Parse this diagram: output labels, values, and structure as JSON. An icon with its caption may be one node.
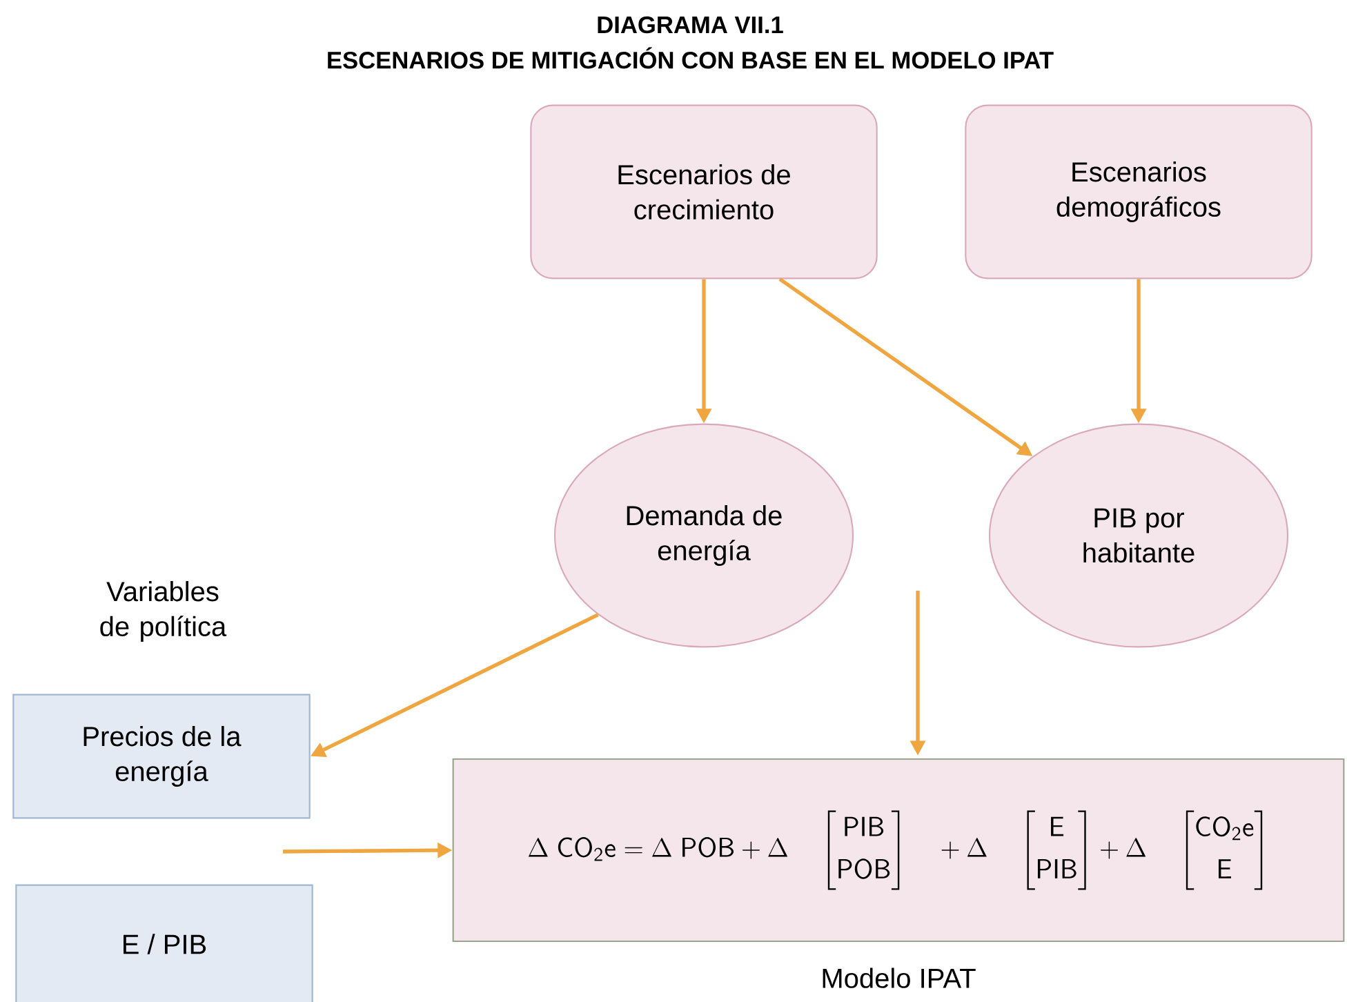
{
  "diagram": {
    "title": "DIAGRAMA VII.1",
    "nodes": [
      {
        "text": [
          "Escenarios de crecimiento"
        ]
      },
      {
        "text": [
          "Escenarios demográficos"
        ]
      },
      {
        "text": [
          "Demanda de energía"
        ]
      },
      {
        "text": [
          "PIB por habitante"
        ]
      },
      {
        "text": [
          "Precios de la energía"
        ]
      },
      {
        "text": [
          "E / PIB"
        ]
      },
      {
        "text": [
          "\\Delta\\;\\mathsf{CO_2e} = \\Delta\\;\\mathsf{POB} + \\Delta \\quad \\begin{bmatrix}\\mathsf{PIB}\\\\[4pt] \\mathsf{POB}\\end{bmatrix} \\quad + \\Delta \\quad \\begin{bmatrix}\\mathsf{E}\\\\[4pt] \\mathsf{PIB}\\end{bmatrix} + \\Delta \\quad \\begin{bmatrix}\\mathsf{CO_2e}\\\\[4pt] \\mathsf{E}\\end{bmatrix}"
        ],
        "beside": [
          "Modelo IPAT"
        ]
      }
    ],
    "edges": [
      {
        "from": 0,
        "to": 2,
        "arrow": "to"
      },
      {
        "from": 0,
        "to": 3,
        "arrow": "to"
      },
      {
        "from": 1,
        "to": 3,
        "arrow": "to"
      },
      {
        "from": 2,
        "to": 4,
        "arrow": "to"
      },
      {
        "from": null,
        "to": 6,
        "arrow": "to"
      },
      {
        "from": null,
        "to": 6,
        "arrow": "to"
      }
    ],
    "labels": [
      "ESCENARIOS DE MITIGACIÓN CON BASE EN EL MODELO IPAT",
      "Variables de política"
    ]
  }
}
